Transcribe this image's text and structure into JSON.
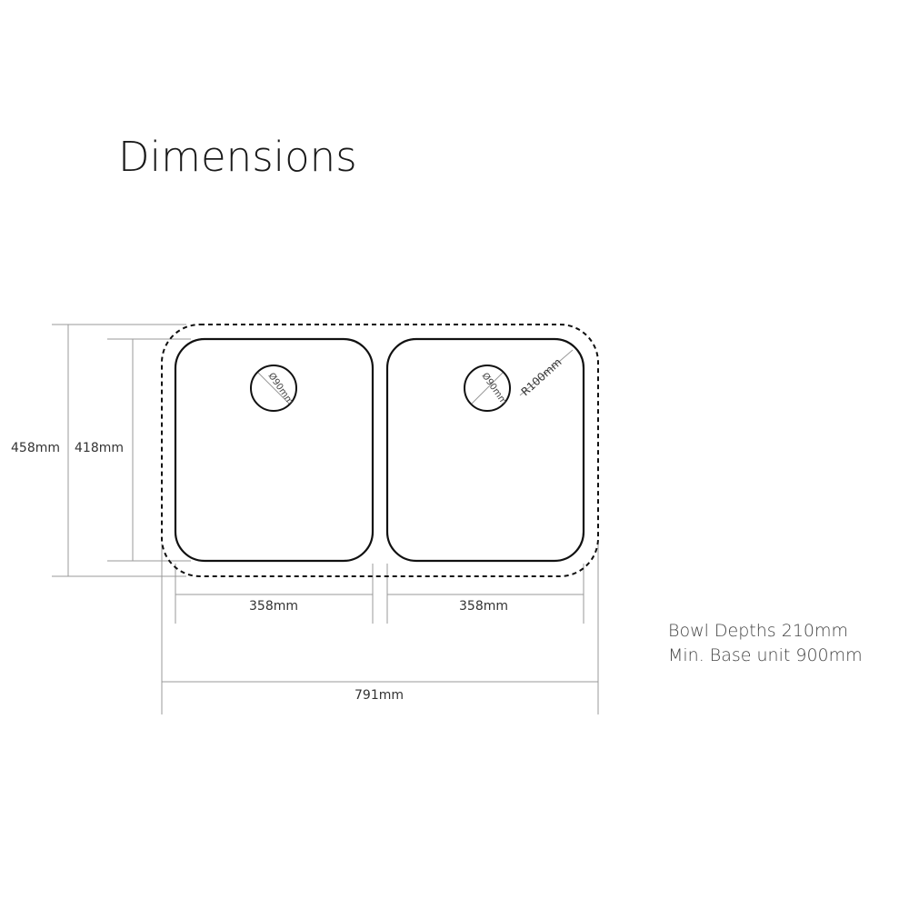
{
  "title": "Dimensions",
  "dimensions": {
    "overall_depth": "458mm",
    "bowl_depth_plan": "418mm",
    "left_bowl_width": "358mm",
    "right_bowl_width": "358mm",
    "overall_width": "791mm",
    "left_waste": "Ø90mm",
    "right_waste": "Ø90mm",
    "corner_radius": "R100mm"
  },
  "notes": [
    "Bowl Depths 210mm",
    "Min. Base unit 900mm"
  ]
}
